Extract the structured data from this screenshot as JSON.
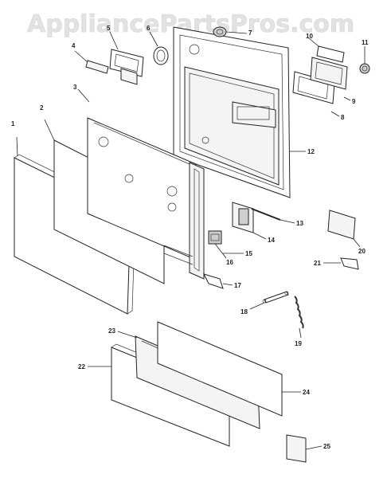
{
  "watermark": "AppliancePartsPros.com",
  "callouts": [
    "1",
    "2",
    "3",
    "4",
    "5",
    "6",
    "7",
    "8",
    "9",
    "10",
    "11",
    "12",
    "13",
    "14",
    "15",
    "16",
    "17",
    "18",
    "19",
    "20",
    "21",
    "22",
    "23",
    "24",
    "25"
  ]
}
